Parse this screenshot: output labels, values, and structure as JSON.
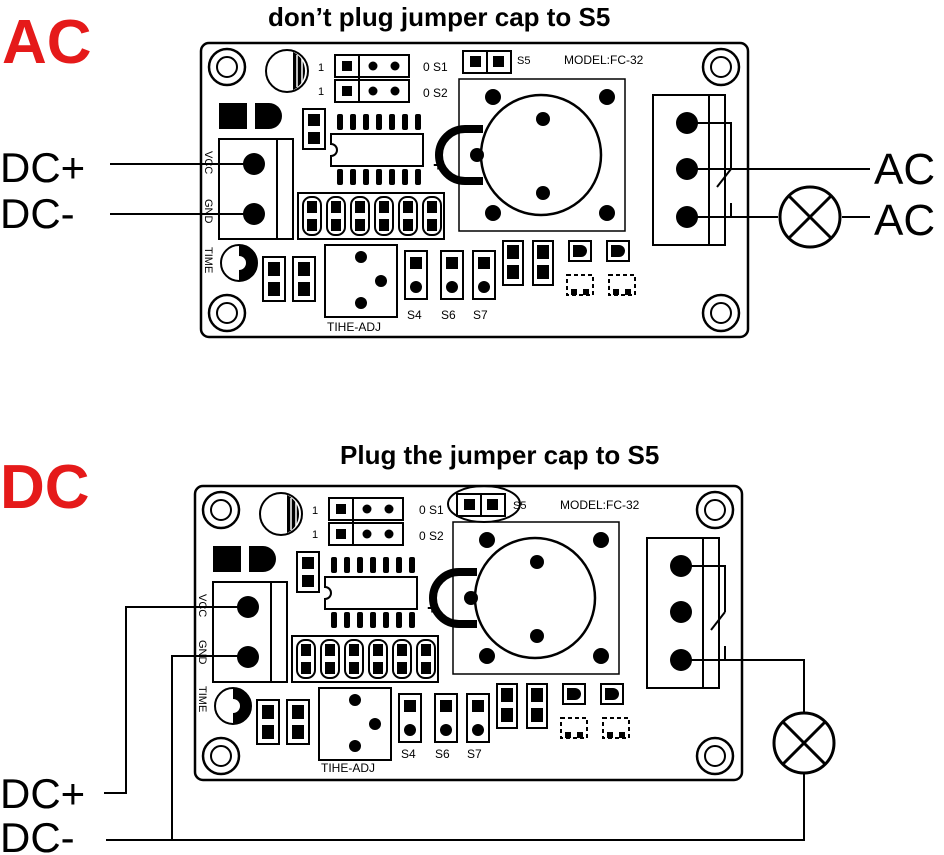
{
  "ac": {
    "heading": "AC",
    "note": "don’t plug jumper cap to S5",
    "left_labels": [
      "DC+",
      "DC-"
    ],
    "right_labels": [
      "AC",
      "AC"
    ]
  },
  "dc": {
    "heading": "DC",
    "note": "Plug the jumper cap to S5",
    "left_labels": [
      "DC+",
      "DC-"
    ]
  },
  "board": {
    "model": "MODEL:FC-32",
    "s1": "0 S1",
    "s2": "0 S2",
    "s5": "S5",
    "one": "1",
    "vcc": "VCC",
    "gnd": "GND",
    "time": "TIME",
    "adj": "TIHE-ADJ",
    "s4": "S4",
    "s6": "S6",
    "s7": "S7",
    "plus": "+"
  },
  "colors": {
    "heading": "#e51a1a",
    "ink": "#000000"
  }
}
